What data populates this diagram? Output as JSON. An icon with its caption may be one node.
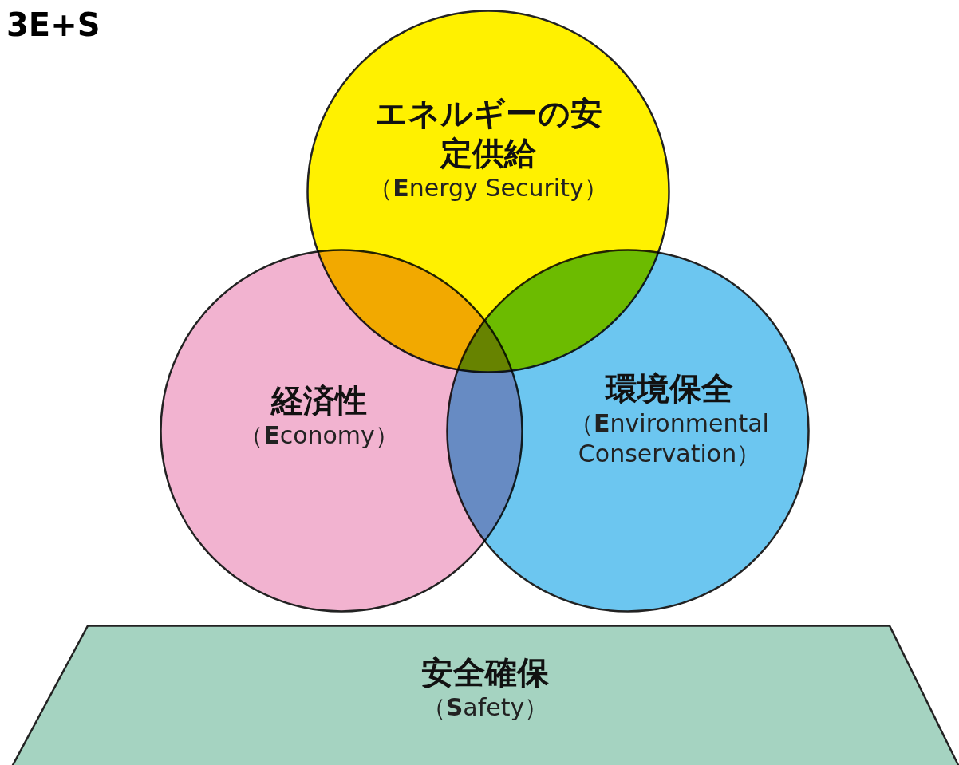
{
  "diagram": {
    "title": "3E+S",
    "nodes": [
      {
        "text": [
          "エネルギーの安定供給",
          "（**E**nergy Security）"
        ]
      },
      {
        "text": [
          "経済性",
          "（**E**conomy）"
        ]
      },
      {
        "text": [
          "環境保全",
          "（**E**nvironmental Conservation）"
        ]
      },
      {
        "text": [
          "安全確保",
          "（**S**afety）"
        ]
      }
    ]
  }
}
